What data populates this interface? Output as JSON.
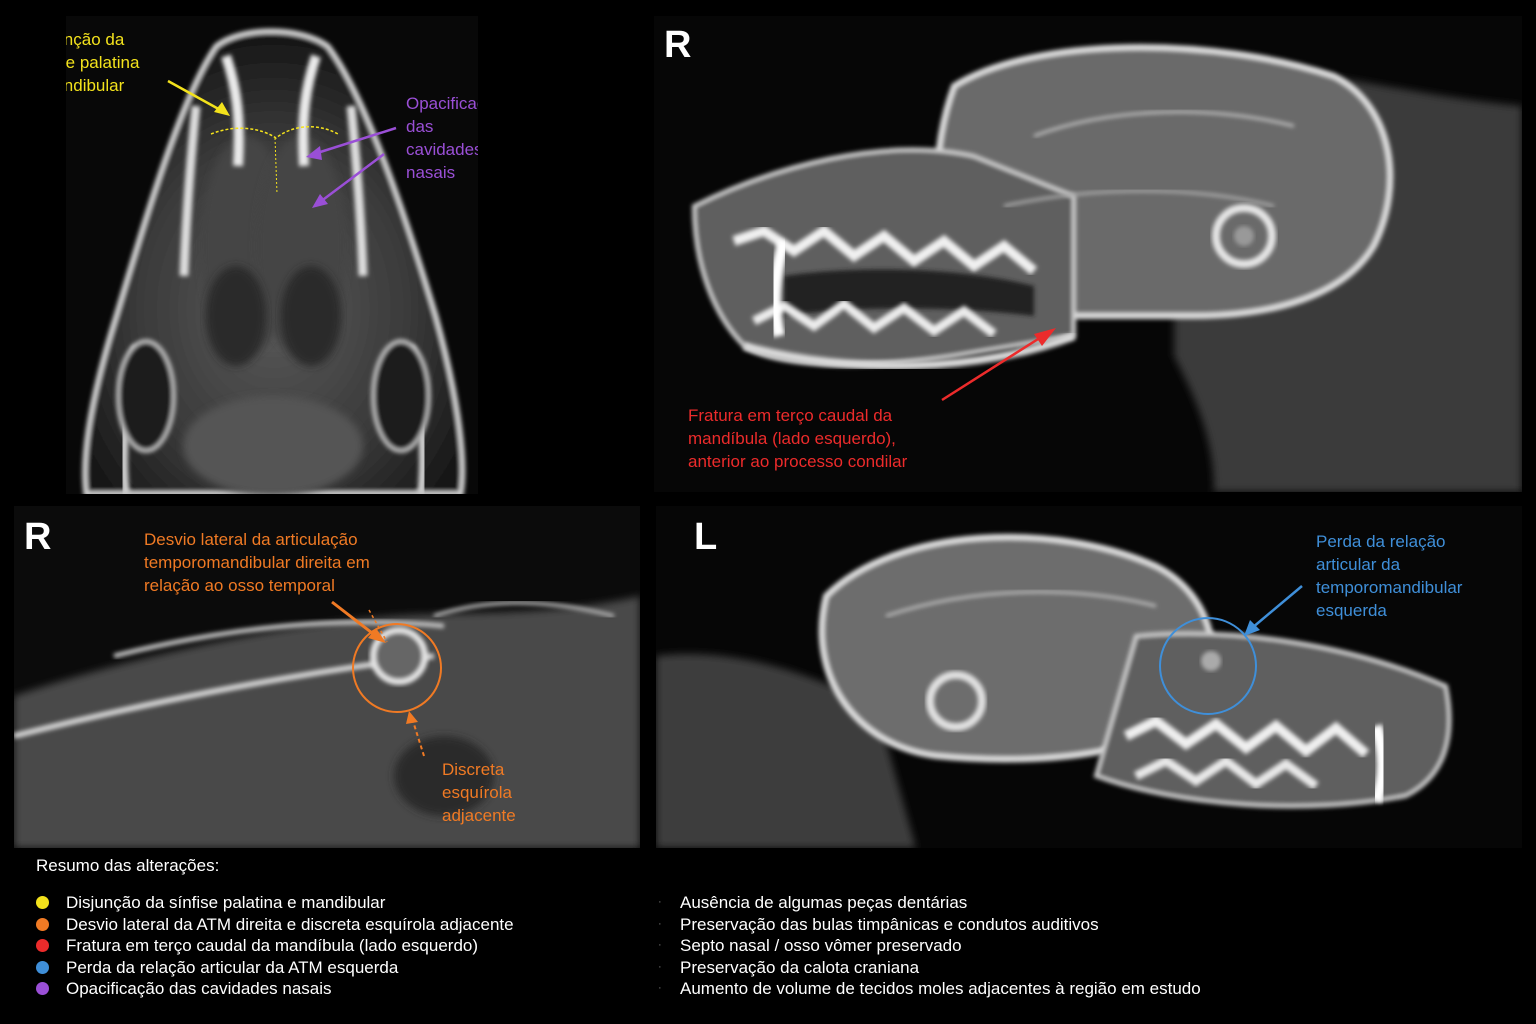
{
  "panels": {
    "top_left": {
      "annotations": {
        "yellow": "Disjunção da\nsínfise palatina\ne mandibular",
        "purple": "Opacificação\ndas cavidades\nnasais"
      }
    },
    "top_right": {
      "orientation": "R",
      "annotations": {
        "red": "Fratura em terço caudal da\nmandíbula (lado esquerdo),\nanterior ao processo condilar"
      }
    },
    "bottom_left": {
      "orientation": "R",
      "annotations": {
        "orange_top": "Desvio lateral da articulação\ntemporomandibular direita em\nrelação ao osso temporal",
        "orange_bottom": "Discreta\nesquírola\nadjacente"
      }
    },
    "bottom_right": {
      "orientation": "L",
      "annotations": {
        "blue": "Perda da relação\narticular da\ntemporomandibular\nesquerda"
      }
    }
  },
  "summary": {
    "title": "Resumo das alterações:",
    "left_items": [
      {
        "color": "#f3e21c",
        "label": "Disjunção da sínfise palatina e mandibular"
      },
      {
        "color": "#f07a24",
        "label": "Desvio lateral da ATM direita e discreta esquírola adjacente"
      },
      {
        "color": "#ec2b2b",
        "label": "Fratura em terço caudal da mandíbula (lado esquerdo)"
      },
      {
        "color": "#3f8fd9",
        "label": "Perda da relação articular da ATM esquerda"
      },
      {
        "color": "#9a4fd6",
        "label": "Opacificação das cavidades nasais"
      }
    ],
    "right_items": [
      {
        "label": "Ausência de algumas peças dentárias"
      },
      {
        "label": "Preservação das bulas timpânicas e condutos auditivos"
      },
      {
        "label": "Septo nasal / osso vômer preservado"
      },
      {
        "label": "Preservação da calota craniana"
      },
      {
        "label": "Aumento de volume de tecidos moles adjacentes à região em estudo"
      }
    ],
    "bullet_glyph": "·"
  },
  "colors": {
    "yellow": "#f3e21c",
    "orange": "#f07a24",
    "red": "#ec2b2b",
    "blue": "#3f8fd9",
    "purple": "#9a4fd6",
    "bone": "#e6e6e6",
    "background": "#000000"
  }
}
